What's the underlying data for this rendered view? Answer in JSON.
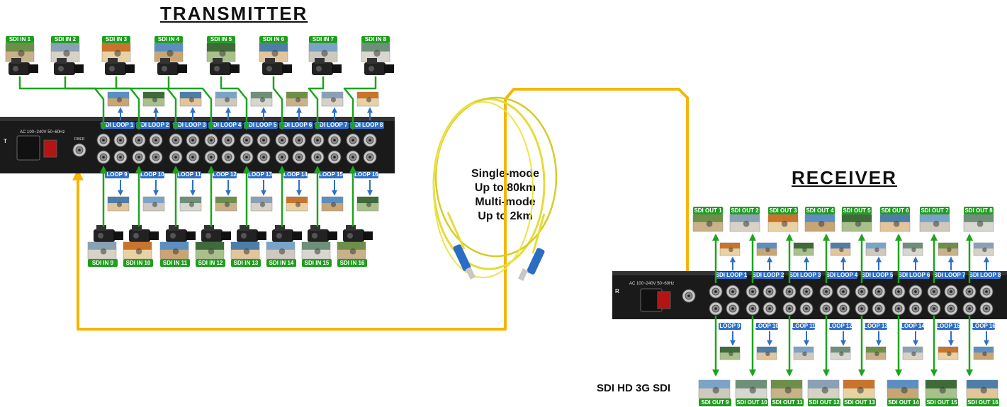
{
  "titles": {
    "transmitter": "TRANSMITTER",
    "receiver": "RECEIVER"
  },
  "fiber": {
    "line1": "Single-mode",
    "line2": "Up to 80km",
    "line3": "Multi-mode",
    "line4": "Up to 2km"
  },
  "caption": "SDI HD 3G SDI",
  "colors": {
    "signal": "#1ea31e",
    "loop": "#2f6fc7",
    "fiber": "#f5b500",
    "chassis": "#1a1a1a",
    "label_green": "#1e9e1e",
    "label_blue": "#2f6fc7"
  },
  "tx": {
    "panel_text": "AC 100~240V 50~60Hz",
    "fiber_port_label": "FIBER",
    "inputs_top": [
      "SDI IN 1",
      "SDI IN 2",
      "SDI IN 3",
      "SDI IN 4",
      "SDI IN 5",
      "SDI IN 6",
      "SDI IN 7",
      "SDI IN 8"
    ],
    "inputs_bottom": [
      "SDI IN 9",
      "SDI IN 10",
      "SDI IN 11",
      "SDI IN 12",
      "SDI IN 13",
      "SDI IN 14",
      "SDI IN 15",
      "SDI IN 16"
    ],
    "loops_top": [
      "SDI LOOP 1",
      "SDI LOOP 2",
      "SDI LOOP 3",
      "SDI LOOP 4",
      "SDI LOOP 5",
      "SDI LOOP 6",
      "SDI LOOP 7",
      "SDI LOOP 8"
    ],
    "loops_bottom": [
      "LOOP 9",
      "LOOP 10",
      "LOOP 11",
      "LOOP 12",
      "LOOP 13",
      "LOOP 14",
      "LOOP 15",
      "LOOP 16"
    ]
  },
  "rx": {
    "panel_text": "AC 100~240V 50~60Hz",
    "outputs_top": [
      "SDI OUT 1",
      "SDI OUT 2",
      "SDI OUT 3",
      "SDI OUT 4",
      "SDI OUT 5",
      "SDI OUT 6",
      "SDI OUT 7",
      "SDI OUT 8"
    ],
    "outputs_bottom": [
      "SDI OUT 9",
      "SDI OUT 10",
      "SDI OUT 11",
      "SDI OUT 12",
      "SDI OUT 13",
      "SDI OUT 14",
      "SDI OUT 15",
      "SDI OUT 16"
    ],
    "loops_top": [
      "SDI LOOP 1",
      "SDI LOOP 2",
      "SDI LOOP 3",
      "SDI LOOP 4",
      "SDI LOOP 5",
      "SDI LOOP 6",
      "SDI LOOP 7",
      "SDI LOOP 8"
    ],
    "loops_bottom": [
      "LOOP 9",
      "LOOP 10",
      "LOOP 11",
      "LOOP 12",
      "LOOP 13",
      "LOOP 14",
      "LOOP 15",
      "LOOP 16"
    ]
  }
}
